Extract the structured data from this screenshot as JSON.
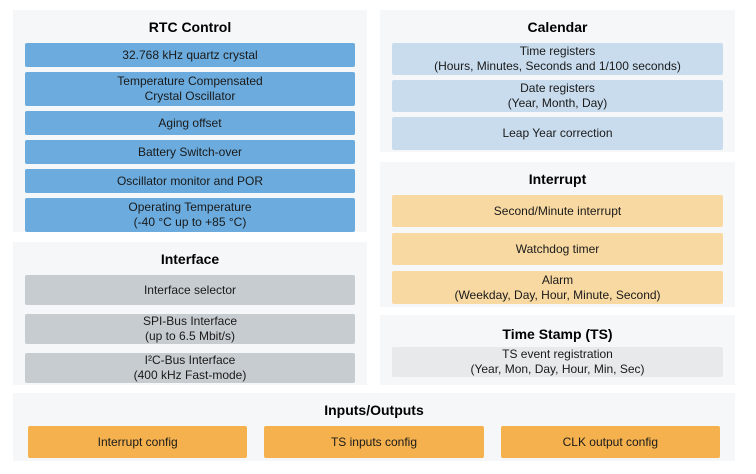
{
  "colors": {
    "blue": "#6babdd",
    "light_blue": "#c9dcee",
    "gray": "#c7ccd1",
    "light_gray": "#e7e9eb",
    "light_orange": "#f8d9a2",
    "orange": "#f5b14e",
    "panel_background": "#f5f7f9",
    "page_background": "#ffffff",
    "text": "#1a1a1a"
  },
  "panels": {
    "rtc_control": {
      "title": "RTC Control",
      "items": [
        "32.768 kHz quartz crystal",
        "Temperature Compensated\nCrystal Oscillator",
        "Aging offset",
        "Battery Switch-over",
        "Oscillator monitor and POR",
        "Operating Temperature\n(-40 °C up to +85 °C)"
      ]
    },
    "interface": {
      "title": "Interface",
      "items": [
        "Interface selector",
        "SPI-Bus Interface\n(up to 6.5 Mbit/s)",
        "I²C-Bus Interface\n(400 kHz Fast-mode)"
      ]
    },
    "calendar": {
      "title": "Calendar",
      "items": [
        "Time registers\n(Hours, Minutes, Seconds and 1/100 seconds)",
        "Date registers\n(Year, Month, Day)",
        "Leap Year correction"
      ]
    },
    "interrupt": {
      "title": "Interrupt",
      "items": [
        "Second/Minute interrupt",
        "Watchdog timer",
        "Alarm\n(Weekday, Day, Hour, Minute, Second)"
      ]
    },
    "time_stamp": {
      "title": "Time Stamp (TS)",
      "items": [
        "TS event registration\n(Year, Mon, Day, Hour, Min, Sec)"
      ]
    },
    "inputs_outputs": {
      "title": "Inputs/Outputs",
      "items": [
        "Interrupt config",
        "TS inputs config",
        "CLK output config"
      ]
    }
  }
}
